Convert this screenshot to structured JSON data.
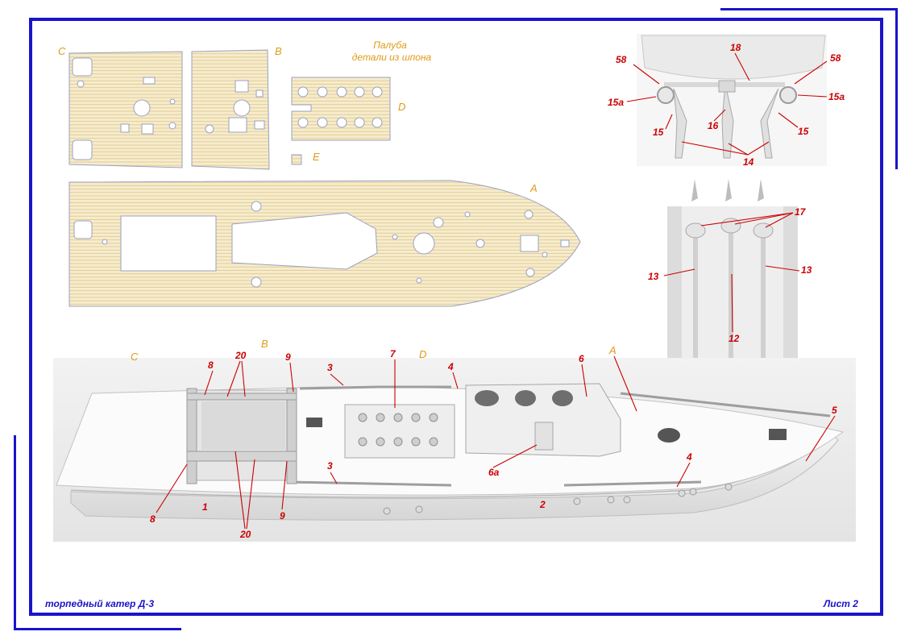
{
  "deck_title": {
    "line1": "Палуба",
    "line2": "детали из шпона"
  },
  "deck_parts": [
    "A",
    "B",
    "C",
    "D",
    "E"
  ],
  "render_parts": {
    "hull_left": "1",
    "hull_right": "2",
    "rail_3": "3",
    "rail_4": "4",
    "bow_5": "5",
    "cabin": "6",
    "door": "6a",
    "hatch": "7",
    "frame_8": "8",
    "frame_9": "9",
    "beams": "20"
  },
  "stern_parts": {
    "p58": "58",
    "p18": "18",
    "p15a": "15a",
    "p15": "15",
    "p16": "16",
    "p14": "14"
  },
  "bottom_parts": {
    "p17": "17",
    "p13": "13",
    "p12": "12"
  },
  "footer": {
    "title": "торпедный катер Д-3",
    "sheet": "Лист 2"
  },
  "colors": {
    "frame": "#1a14c8",
    "label_red": "#cc0000",
    "label_orange": "#e09a18",
    "veneer": "#f6eccd",
    "plank_line": "#e0c98f"
  }
}
